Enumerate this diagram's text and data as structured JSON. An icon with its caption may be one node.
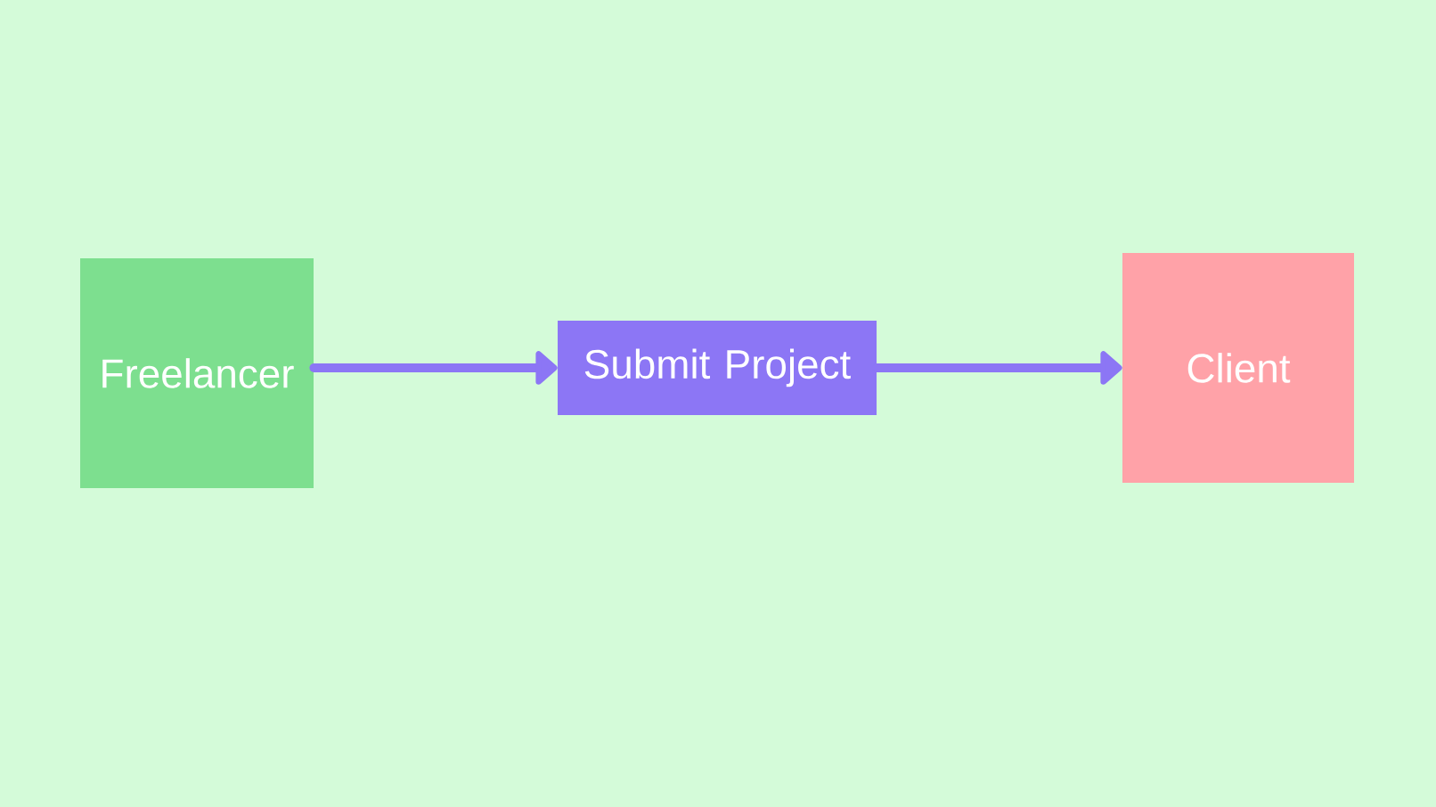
{
  "diagram": {
    "nodes": [
      {
        "text": [
          "Freelancer"
        ]
      },
      {
        "text": [
          "Submit Project"
        ]
      },
      {
        "text": [
          "Client"
        ]
      }
    ],
    "edges": [
      {
        "from": 0,
        "to": 1,
        "arrow": "to"
      },
      {
        "from": 1,
        "to": 2,
        "arrow": "to"
      }
    ]
  }
}
